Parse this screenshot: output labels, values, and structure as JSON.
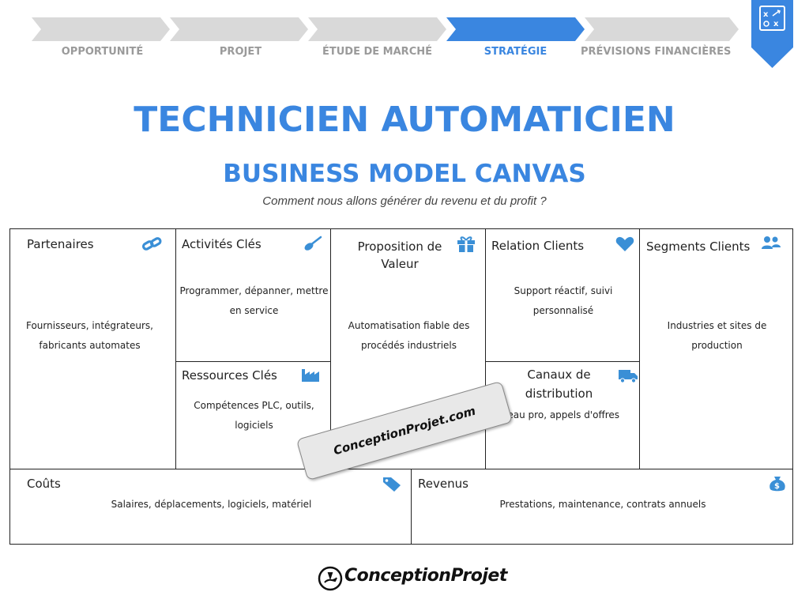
{
  "steps": [
    {
      "label": "OPPORTUNITÉ",
      "active": false
    },
    {
      "label": "PROJET",
      "active": false
    },
    {
      "label": "ÉTUDE DE MARCHÉ",
      "active": false
    },
    {
      "label": "STRATÉGIE",
      "active": true
    },
    {
      "label": "PRÉVISIONS FINANCIÈRES",
      "active": false
    }
  ],
  "header": {
    "title": "TECHNICIEN AUTOMATICIEN",
    "subtitle": "BUSINESS MODEL CANVAS",
    "tagline": "Comment nous allons générer du revenu et du profit ?"
  },
  "canvas": {
    "partners": {
      "title": "Partenaires",
      "body_1": "Fournisseurs, intégrateurs,",
      "body_2": "fabricants automates",
      "icon": "link-icon"
    },
    "activities": {
      "title": "Activités Clés",
      "body_1": "Programmer, dépanner, mettre",
      "body_2": "en service",
      "icon": "shovel-icon"
    },
    "resources": {
      "title": "Ressources Clés",
      "body_1": "Compétences PLC, outils,",
      "body_2": "logiciels",
      "icon": "factory-icon"
    },
    "value": {
      "title_1": "Proposition de",
      "title_2": "Valeur",
      "body_1": "Automatisation fiable des",
      "body_2": "procédés industriels",
      "icon": "gift-icon"
    },
    "relations": {
      "title": "Relation Clients",
      "body_1": "Support réactif, suivi",
      "body_2": "personnalisé",
      "icon": "heart-icon"
    },
    "channels": {
      "title_1": "Canaux de",
      "title_2": "distribution",
      "body_1": "Réseau pro, appels d'offres",
      "icon": "truck-icon"
    },
    "segments": {
      "title": "Segments Clients",
      "body_1": "Industries et sites de",
      "body_2": "production",
      "icon": "users-icon"
    },
    "costs": {
      "title": "Coûts",
      "body_1": "Salaires, déplacements, logiciels, matériel",
      "icon": "tag-icon"
    },
    "revenues": {
      "title": "Revenus",
      "body_1": "Prestations, maintenance, contrats annuels",
      "icon": "money-bag-icon"
    }
  },
  "watermark": "ConceptionProjet.com",
  "footer": {
    "brand": "ConceptionProjet"
  },
  "colors": {
    "accent": "#3a86e0",
    "inactive_step": "#d9d9d9",
    "icon": "#3a8fd6"
  }
}
